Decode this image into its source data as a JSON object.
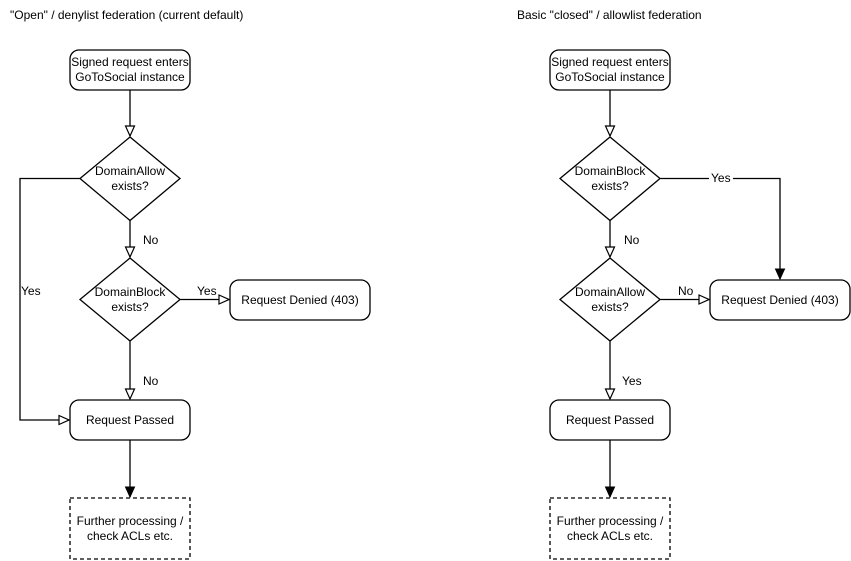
{
  "colors": {
    "background": "#ffffff",
    "stroke": "#000000",
    "node_fill": "#ffffff",
    "text": "#000000"
  },
  "left": {
    "title": "\"Open\" / denylist federation (current default)",
    "start": "Signed request enters\nGoToSocial instance",
    "decision1": "DomainAllow\nexists?",
    "decision2": "DomainBlock\nexists?",
    "denied": "Request Denied (403)",
    "passed": "Request Passed",
    "further": "Further processing /\ncheck ACLs etc.",
    "labels": {
      "decision1_no": "No",
      "decision1_yes": "Yes",
      "decision2_no": "No",
      "decision2_yes": "Yes"
    }
  },
  "right": {
    "title": "Basic \"closed\" / allowlist federation",
    "start": "Signed request enters\nGoToSocial instance",
    "decision1": "DomainBlock\nexists?",
    "decision2": "DomainAllow\nexists?",
    "denied": "Request Denied (403)",
    "passed": "Request Passed",
    "further": "Further processing /\ncheck ACLs etc.",
    "labels": {
      "decision1_no": "No",
      "decision1_yes": "Yes",
      "decision2_no": "No",
      "decision2_yes": "Yes"
    }
  }
}
